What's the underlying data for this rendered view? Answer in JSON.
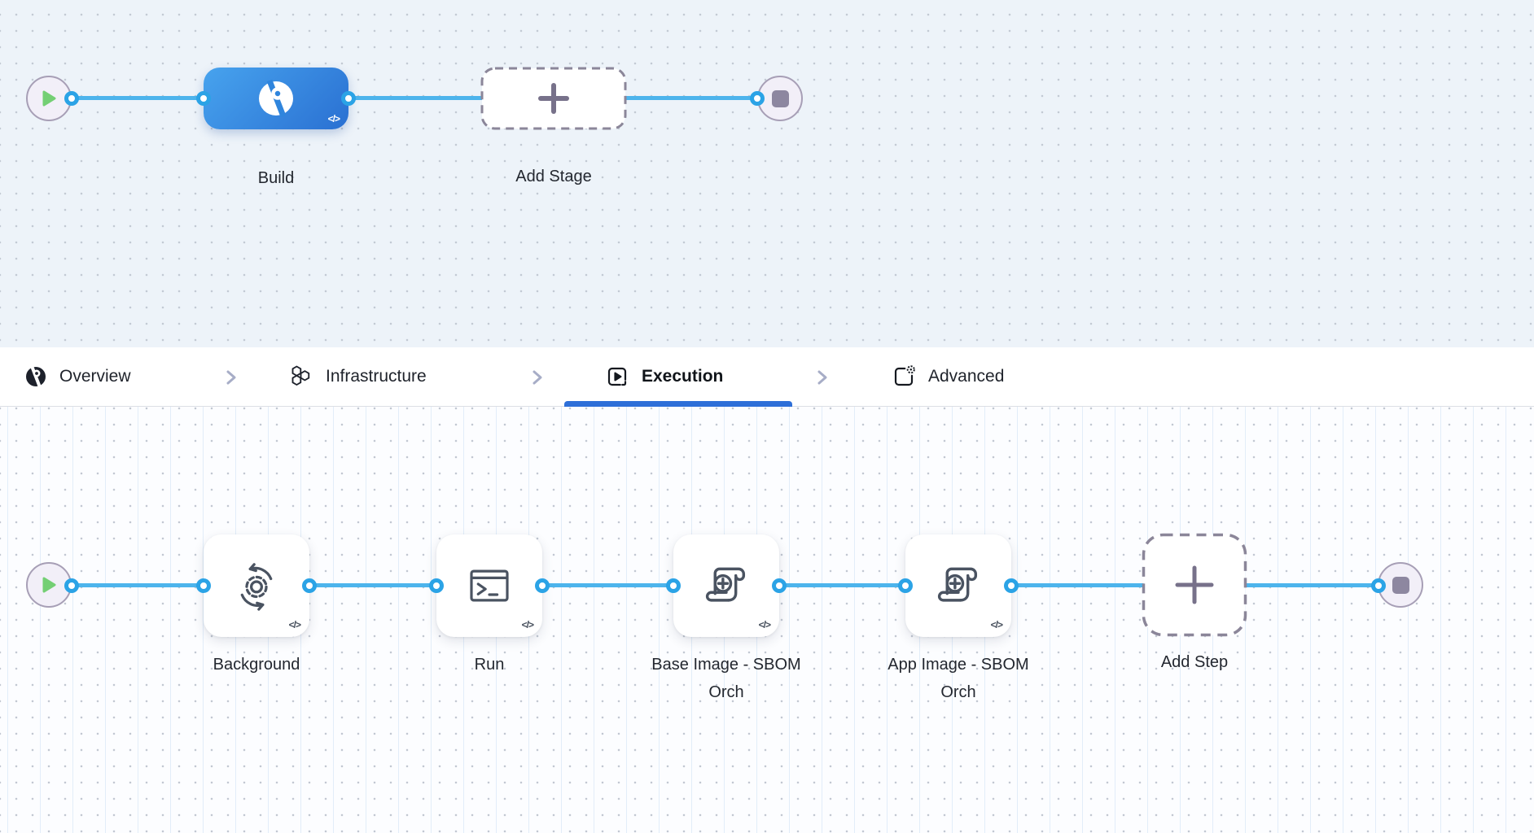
{
  "colors": {
    "edge_blue": "#4db4ec",
    "connector_ring_blue": "#2ba3e6",
    "stage_gradient_start": "#47a3ee",
    "stage_gradient_end": "#2a70d2",
    "active_tab_underline": "#2e6fd8",
    "play_green": "#74cf74",
    "stop_gray": "#8d87a0"
  },
  "stage_pipeline": {
    "build_stage": {
      "label": "Build",
      "code_glyph": "</>"
    },
    "add_stage": {
      "label": "Add Stage"
    }
  },
  "tab_bar": {
    "tabs": [
      {
        "label": "Overview",
        "active": false
      },
      {
        "label": "Infrastructure",
        "active": false
      },
      {
        "label": "Execution",
        "active": true
      },
      {
        "label": "Advanced",
        "active": false
      }
    ]
  },
  "step_pipeline": {
    "steps": [
      {
        "label": "Background",
        "code_glyph": "</>"
      },
      {
        "label": "Run",
        "code_glyph": "</>"
      },
      {
        "label": "Base Image - SBOM Orch",
        "code_glyph": "</>"
      },
      {
        "label": "App Image - SBOM Orch",
        "code_glyph": "</>"
      }
    ],
    "add_step": {
      "label": "Add Step"
    }
  }
}
